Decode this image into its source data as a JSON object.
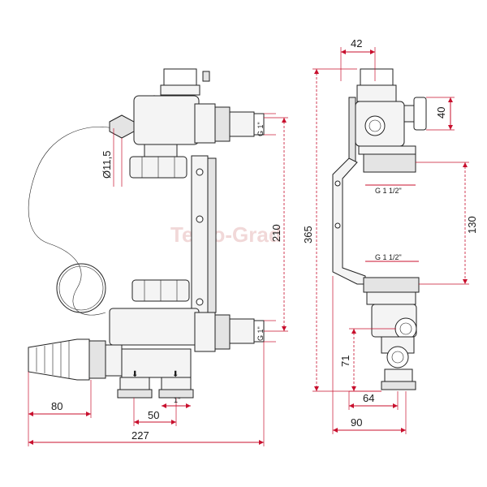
{
  "watermark": "Teplo-Grad",
  "dimensions": {
    "d42": "42",
    "d40": "40",
    "d365": "365",
    "d210": "210",
    "d130": "130",
    "d71": "71",
    "d64": "64",
    "d90": "90",
    "d80": "80",
    "d50": "50",
    "d227": "227",
    "dia": "Ø11,5",
    "g1_top": "G 1\"",
    "g1_bot": "G 1\"",
    "g112_top": "G 1 1/2\"",
    "g112_bot": "G 1 1/2\"",
    "one_inch": "1\""
  },
  "colors": {
    "dimension": "#c8102e",
    "outline": "#222222"
  }
}
